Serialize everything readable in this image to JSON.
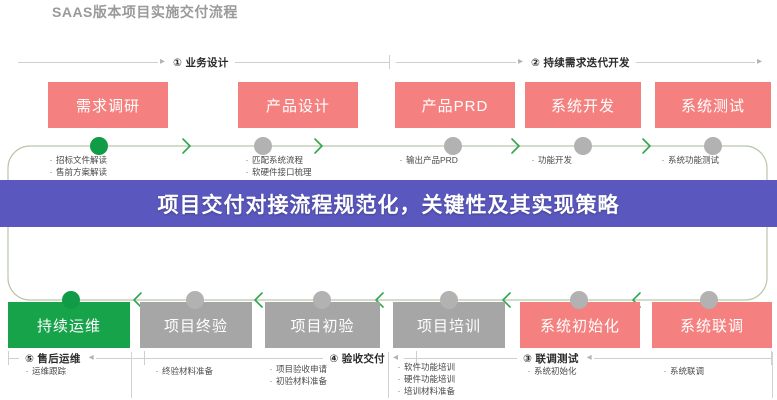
{
  "slide": {
    "title": "SAAS版本项目实施交付流程",
    "title_color": "#9a9a9a",
    "background": "#ffffff"
  },
  "palette": {
    "pink": "#F4817F",
    "gray": "#A6A6A6",
    "green": "#16A34A",
    "node_green": "#109B46",
    "node_gray": "#B2B2B2",
    "track_line": "#B9C6A8",
    "chevron": "#2EA84F",
    "banner": "#5A58BE"
  },
  "phases": [
    {
      "id": "phase-1",
      "marker": "①",
      "label": "业务设计",
      "arrow": "▸",
      "direction": "right"
    },
    {
      "id": "phase-2",
      "marker": "②",
      "label": "持续需求迭代开发",
      "arrow": "▸",
      "direction": "right"
    },
    {
      "id": "phase-3",
      "marker": "③",
      "label": "联调测试",
      "arrow": "◂",
      "direction": "left"
    },
    {
      "id": "phase-4",
      "marker": "④",
      "label": "验收交付",
      "arrow": "◂",
      "direction": "left"
    },
    {
      "id": "phase-5",
      "marker": "⑤",
      "label": "售后运维",
      "arrow": "◂",
      "direction": "left"
    }
  ],
  "row_top": {
    "steps": [
      {
        "name": "需求调研",
        "color": "pink",
        "node": "green",
        "bullets": [
          "招标文件解读",
          "售前方案解读"
        ]
      },
      {
        "name": "产品设计",
        "color": "pink",
        "node": "gray",
        "bullets": [
          "匹配系统流程",
          "软硬件接口梳理"
        ]
      },
      {
        "name": "产品PRD",
        "color": "pink",
        "node": "gray",
        "bullets": [
          "输出产品PRD"
        ]
      },
      {
        "name": "系统开发",
        "color": "pink",
        "node": "gray",
        "bullets": [
          "功能开发"
        ]
      },
      {
        "name": "系统测试",
        "color": "pink",
        "node": "gray",
        "bullets": [
          "系统功能测试"
        ]
      }
    ]
  },
  "row_bottom": {
    "steps": [
      {
        "name": "持续运维",
        "color": "green",
        "node": "green",
        "bullets": [
          "运维跟踪"
        ]
      },
      {
        "name": "项目终验",
        "color": "gray",
        "node": "gray",
        "bullets": [
          "终验材料准备"
        ]
      },
      {
        "name": "项目初验",
        "color": "gray",
        "node": "gray",
        "bullets": [
          "项目验收申请",
          "初验材料准备"
        ]
      },
      {
        "name": "项目培训",
        "color": "gray",
        "node": "gray",
        "bullets": [
          "软件功能培训",
          "硬件功能培训",
          "培训材料准备"
        ]
      },
      {
        "name": "系统初始化",
        "color": "pink",
        "node": "gray",
        "bullets": [
          "系统初始化"
        ]
      },
      {
        "name": "系统联调",
        "color": "pink",
        "node": "gray",
        "bullets": [
          "系统联调"
        ]
      }
    ]
  },
  "banner": {
    "text": "项目交付对接流程规范化，关键性及其实现策略"
  },
  "bullet_glyph": "·"
}
